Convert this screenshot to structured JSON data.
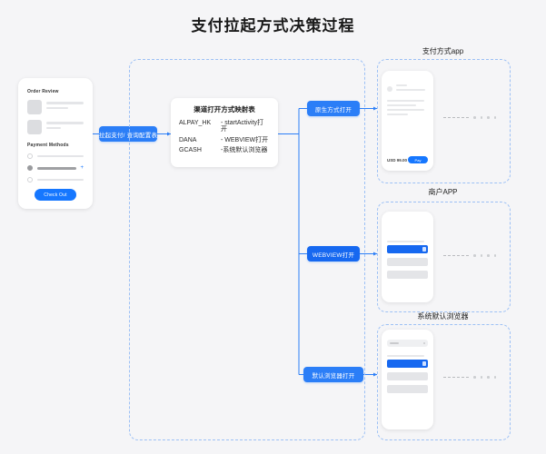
{
  "page": {
    "title": "支付拉起方式决策过程",
    "accent_blue": "#2b7ef7",
    "deep_blue": "#1668f0",
    "dash_border": "#9cc0f5",
    "background": "#f5f5f7"
  },
  "checkout_card": {
    "order_review_heading": "Order Review",
    "payment_methods_heading": "Payment Methods",
    "checkout_button": "Check Out",
    "add_icon": "+"
  },
  "badges": {
    "start_payment": "拉起支付/ 查询配置表",
    "native_open": "原生方式打开",
    "webview_open": "WEBVIEW打开",
    "browser_open": "默认浏览器打开"
  },
  "mapping_table": {
    "title": "渠道打开方式映射表",
    "rows": [
      {
        "channel": "ALPAY_HK",
        "mode": "- startActivity打开"
      },
      {
        "channel": "DANA",
        "mode": "- WEBVIEW打开"
      },
      {
        "channel": "GCASH",
        "mode": "-系统默认浏览器"
      }
    ]
  },
  "panels": [
    {
      "title": "支付方式app",
      "price": "USD 99.00",
      "pay_button": "Pay"
    },
    {
      "title": "商户APP"
    },
    {
      "title": "系统默认浏览器"
    }
  ]
}
